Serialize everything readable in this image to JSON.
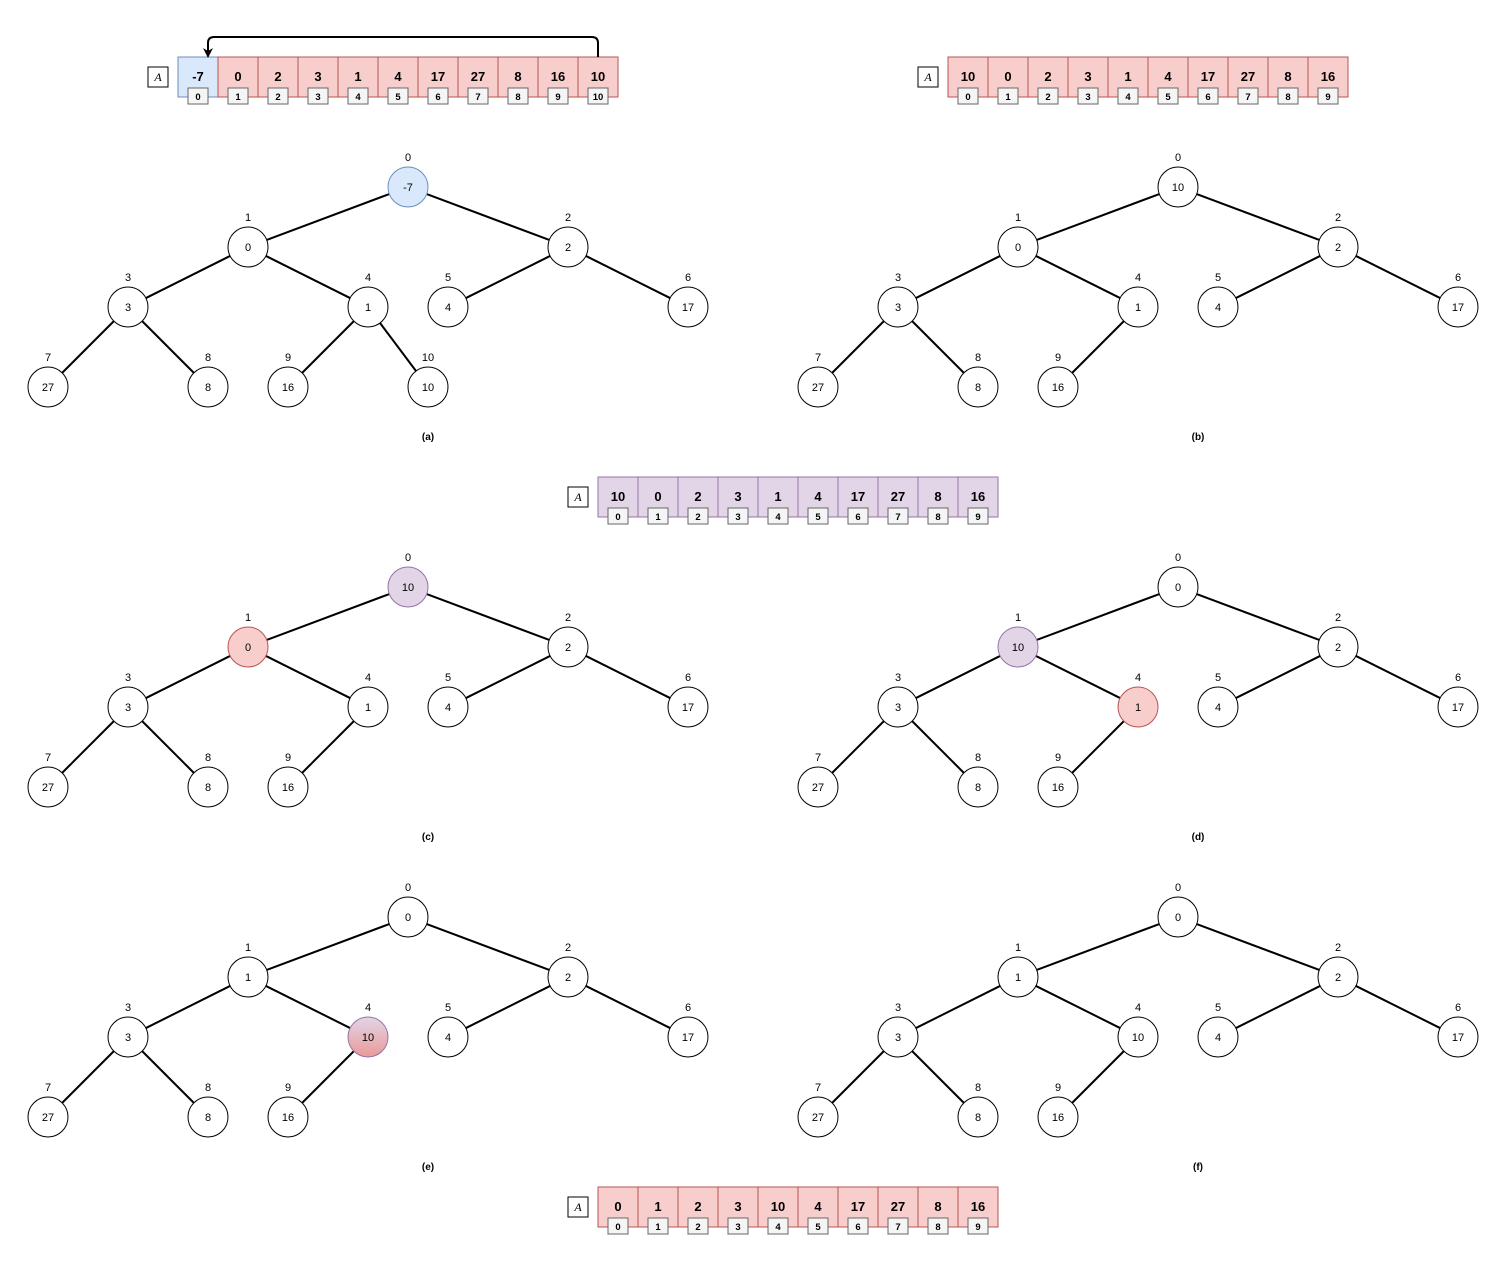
{
  "colors": {
    "red_fill": "#f8cecc",
    "red_stroke": "#b85450",
    "blue_fill": "#dae8fc",
    "blue_stroke": "#6c8ebf",
    "purple_fill": "#e1d5e7",
    "purple_stroke": "#9673a6",
    "white_fill": "#ffffff",
    "black_stroke": "#000000",
    "index_box_fill": "#f5f5f5",
    "index_box_stroke": "#666666"
  },
  "arrays": [
    {
      "id": "array-top-left",
      "label": "A",
      "cells": [
        {
          "value": "-7",
          "index": "0",
          "color": "blue"
        },
        {
          "value": "0",
          "index": "1",
          "color": "red"
        },
        {
          "value": "2",
          "index": "2",
          "color": "red"
        },
        {
          "value": "3",
          "index": "3",
          "color": "red"
        },
        {
          "value": "1",
          "index": "4",
          "color": "red"
        },
        {
          "value": "4",
          "index": "5",
          "color": "red"
        },
        {
          "value": "17",
          "index": "6",
          "color": "red"
        },
        {
          "value": "27",
          "index": "7",
          "color": "red"
        },
        {
          "value": "8",
          "index": "8",
          "color": "red"
        },
        {
          "value": "16",
          "index": "9",
          "color": "red"
        },
        {
          "value": "10",
          "index": "10",
          "color": "red"
        }
      ],
      "move_arrow": {
        "from_index": "10",
        "to_index": "0"
      }
    },
    {
      "id": "array-top-right",
      "label": "A",
      "cells": [
        {
          "value": "10",
          "index": "0",
          "color": "red"
        },
        {
          "value": "0",
          "index": "1",
          "color": "red"
        },
        {
          "value": "2",
          "index": "2",
          "color": "red"
        },
        {
          "value": "3",
          "index": "3",
          "color": "red"
        },
        {
          "value": "1",
          "index": "4",
          "color": "red"
        },
        {
          "value": "4",
          "index": "5",
          "color": "red"
        },
        {
          "value": "17",
          "index": "6",
          "color": "red"
        },
        {
          "value": "27",
          "index": "7",
          "color": "red"
        },
        {
          "value": "8",
          "index": "8",
          "color": "red"
        },
        {
          "value": "16",
          "index": "9",
          "color": "red"
        }
      ]
    },
    {
      "id": "array-middle",
      "label": "A",
      "cells": [
        {
          "value": "10",
          "index": "0",
          "color": "purple"
        },
        {
          "value": "0",
          "index": "1",
          "color": "purple"
        },
        {
          "value": "2",
          "index": "2",
          "color": "purple"
        },
        {
          "value": "3",
          "index": "3",
          "color": "purple"
        },
        {
          "value": "1",
          "index": "4",
          "color": "purple"
        },
        {
          "value": "4",
          "index": "5",
          "color": "purple"
        },
        {
          "value": "17",
          "index": "6",
          "color": "purple"
        },
        {
          "value": "27",
          "index": "7",
          "color": "purple"
        },
        {
          "value": "8",
          "index": "8",
          "color": "purple"
        },
        {
          "value": "16",
          "index": "9",
          "color": "purple"
        }
      ]
    },
    {
      "id": "array-bottom",
      "label": "A",
      "cells": [
        {
          "value": "0",
          "index": "0",
          "color": "red"
        },
        {
          "value": "1",
          "index": "1",
          "color": "red"
        },
        {
          "value": "2",
          "index": "2",
          "color": "red"
        },
        {
          "value": "3",
          "index": "3",
          "color": "red"
        },
        {
          "value": "10",
          "index": "4",
          "color": "red"
        },
        {
          "value": "4",
          "index": "5",
          "color": "red"
        },
        {
          "value": "17",
          "index": "6",
          "color": "red"
        },
        {
          "value": "27",
          "index": "7",
          "color": "red"
        },
        {
          "value": "8",
          "index": "8",
          "color": "red"
        },
        {
          "value": "16",
          "index": "9",
          "color": "red"
        }
      ]
    }
  ],
  "trees": [
    {
      "id": "tree-a",
      "caption": "(a)",
      "nodes": [
        {
          "index": "0",
          "value": "-7",
          "color": "blue"
        },
        {
          "index": "1",
          "value": "0",
          "color": "white"
        },
        {
          "index": "2",
          "value": "2",
          "color": "white"
        },
        {
          "index": "3",
          "value": "3",
          "color": "white"
        },
        {
          "index": "4",
          "value": "1",
          "color": "white"
        },
        {
          "index": "5",
          "value": "4",
          "color": "white"
        },
        {
          "index": "6",
          "value": "17",
          "color": "white"
        },
        {
          "index": "7",
          "value": "27",
          "color": "white"
        },
        {
          "index": "8",
          "value": "8",
          "color": "white"
        },
        {
          "index": "9",
          "value": "16",
          "color": "white"
        },
        {
          "index": "10",
          "value": "10",
          "color": "white"
        }
      ]
    },
    {
      "id": "tree-b",
      "caption": "(b)",
      "nodes": [
        {
          "index": "0",
          "value": "10",
          "color": "white"
        },
        {
          "index": "1",
          "value": "0",
          "color": "white"
        },
        {
          "index": "2",
          "value": "2",
          "color": "white"
        },
        {
          "index": "3",
          "value": "3",
          "color": "white"
        },
        {
          "index": "4",
          "value": "1",
          "color": "white"
        },
        {
          "index": "5",
          "value": "4",
          "color": "white"
        },
        {
          "index": "6",
          "value": "17",
          "color": "white"
        },
        {
          "index": "7",
          "value": "27",
          "color": "white"
        },
        {
          "index": "8",
          "value": "8",
          "color": "white"
        },
        {
          "index": "9",
          "value": "16",
          "color": "white"
        }
      ]
    },
    {
      "id": "tree-c",
      "caption": "(c)",
      "nodes": [
        {
          "index": "0",
          "value": "10",
          "color": "purple"
        },
        {
          "index": "1",
          "value": "0",
          "color": "red"
        },
        {
          "index": "2",
          "value": "2",
          "color": "white"
        },
        {
          "index": "3",
          "value": "3",
          "color": "white"
        },
        {
          "index": "4",
          "value": "1",
          "color": "white"
        },
        {
          "index": "5",
          "value": "4",
          "color": "white"
        },
        {
          "index": "6",
          "value": "17",
          "color": "white"
        },
        {
          "index": "7",
          "value": "27",
          "color": "white"
        },
        {
          "index": "8",
          "value": "8",
          "color": "white"
        },
        {
          "index": "9",
          "value": "16",
          "color": "white"
        }
      ]
    },
    {
      "id": "tree-d",
      "caption": "(d)",
      "nodes": [
        {
          "index": "0",
          "value": "0",
          "color": "white"
        },
        {
          "index": "1",
          "value": "10",
          "color": "purple"
        },
        {
          "index": "2",
          "value": "2",
          "color": "white"
        },
        {
          "index": "3",
          "value": "3",
          "color": "white"
        },
        {
          "index": "4",
          "value": "1",
          "color": "red"
        },
        {
          "index": "5",
          "value": "4",
          "color": "white"
        },
        {
          "index": "6",
          "value": "17",
          "color": "white"
        },
        {
          "index": "7",
          "value": "27",
          "color": "white"
        },
        {
          "index": "8",
          "value": "8",
          "color": "white"
        },
        {
          "index": "9",
          "value": "16",
          "color": "white"
        }
      ]
    },
    {
      "id": "tree-e",
      "caption": "(e)",
      "nodes": [
        {
          "index": "0",
          "value": "0",
          "color": "white"
        },
        {
          "index": "1",
          "value": "1",
          "color": "white"
        },
        {
          "index": "2",
          "value": "2",
          "color": "white"
        },
        {
          "index": "3",
          "value": "3",
          "color": "white"
        },
        {
          "index": "4",
          "value": "10",
          "color": "gradient"
        },
        {
          "index": "5",
          "value": "4",
          "color": "white"
        },
        {
          "index": "6",
          "value": "17",
          "color": "white"
        },
        {
          "index": "7",
          "value": "27",
          "color": "white"
        },
        {
          "index": "8",
          "value": "8",
          "color": "white"
        },
        {
          "index": "9",
          "value": "16",
          "color": "white"
        }
      ]
    },
    {
      "id": "tree-f",
      "caption": "(f)",
      "nodes": [
        {
          "index": "0",
          "value": "0",
          "color": "white"
        },
        {
          "index": "1",
          "value": "1",
          "color": "white"
        },
        {
          "index": "2",
          "value": "2",
          "color": "white"
        },
        {
          "index": "3",
          "value": "3",
          "color": "white"
        },
        {
          "index": "4",
          "value": "10",
          "color": "white"
        },
        {
          "index": "5",
          "value": "4",
          "color": "white"
        },
        {
          "index": "6",
          "value": "17",
          "color": "white"
        },
        {
          "index": "7",
          "value": "27",
          "color": "white"
        },
        {
          "index": "8",
          "value": "8",
          "color": "white"
        },
        {
          "index": "9",
          "value": "16",
          "color": "white"
        }
      ]
    }
  ]
}
